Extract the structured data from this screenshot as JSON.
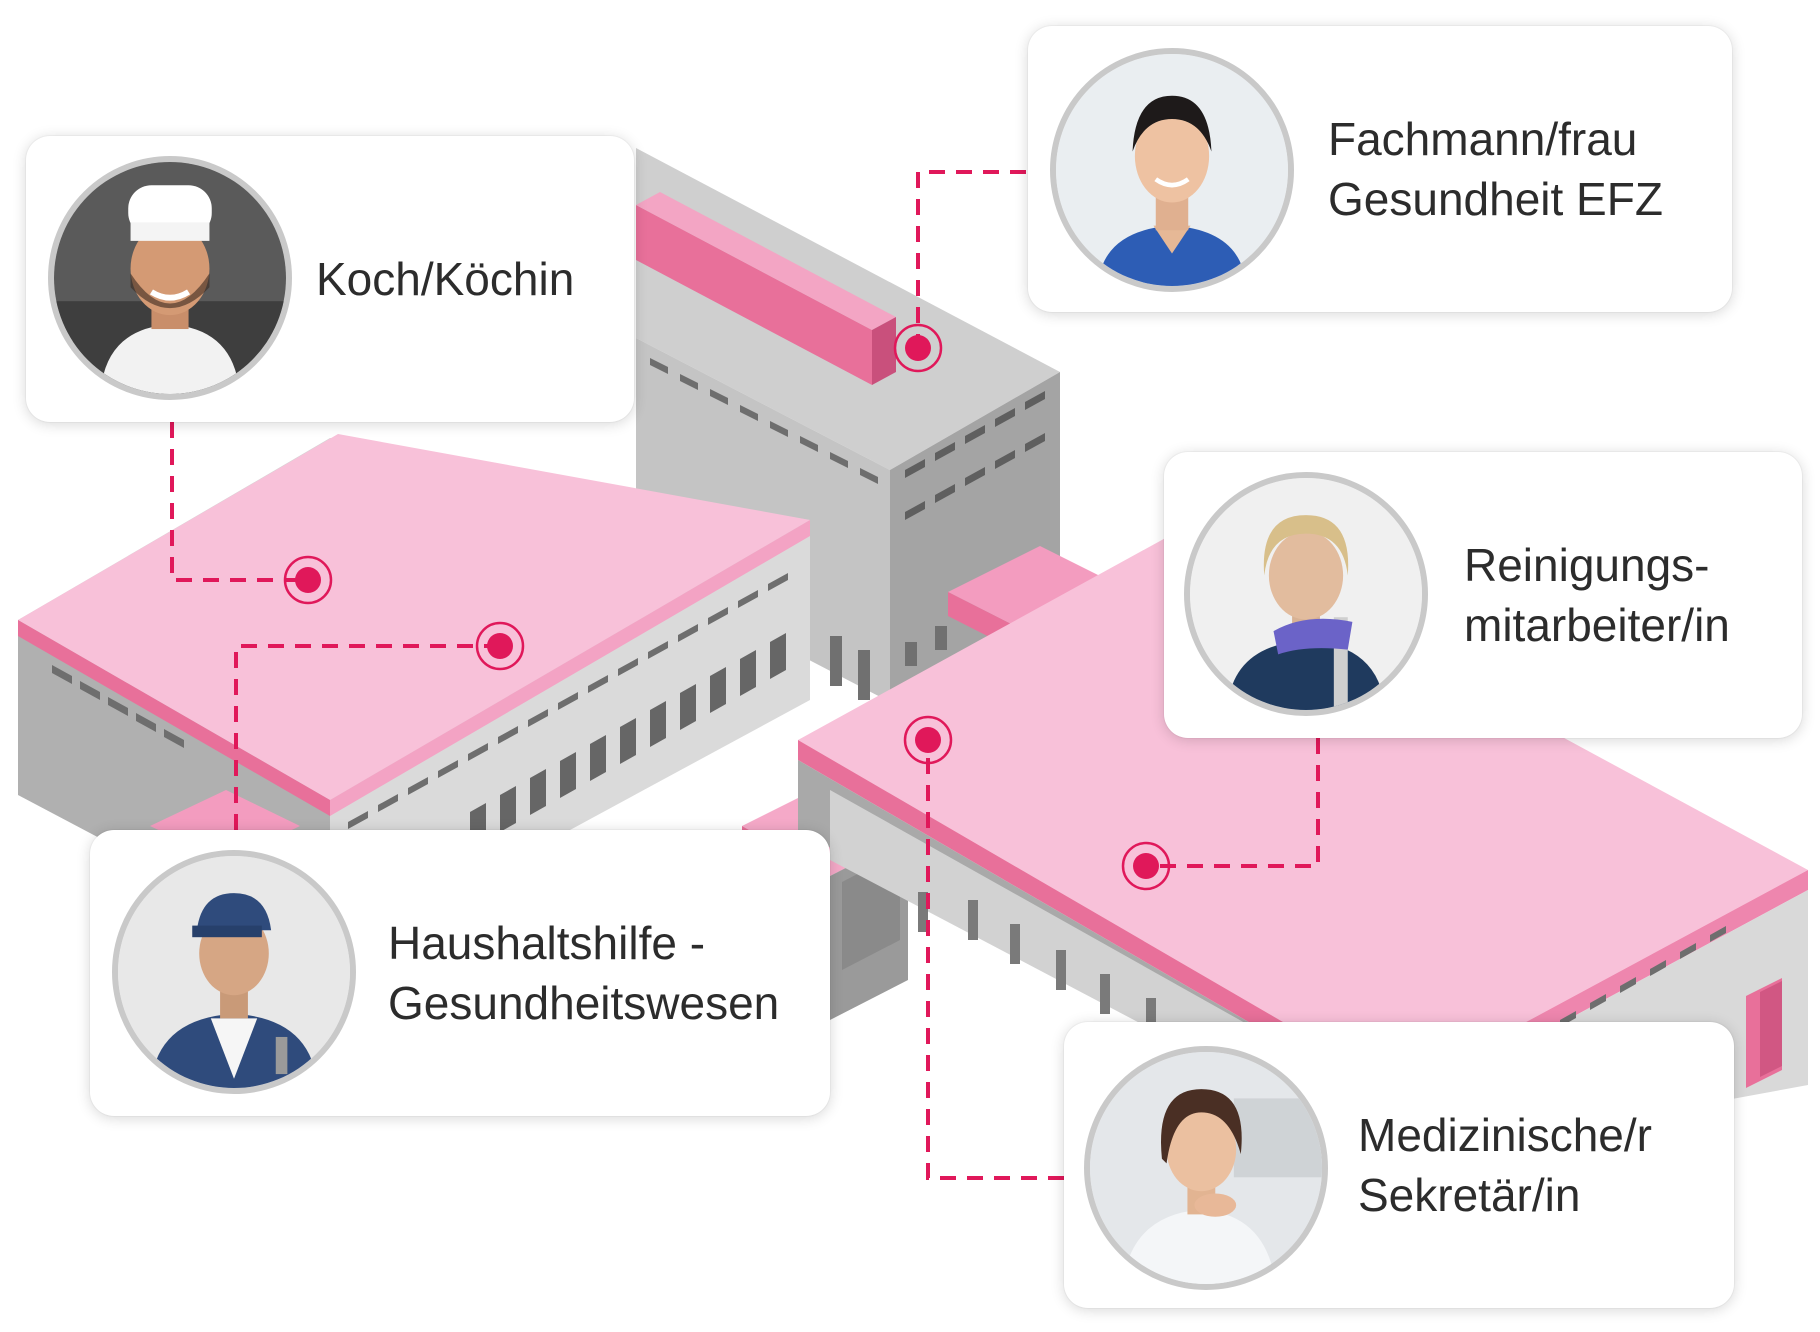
{
  "colors": {
    "accent": "#e0185a",
    "roof_pink": "#f8c1d9",
    "edge_pink": "#e8709a",
    "wall_light": "#d7d7d7",
    "wall_dark": "#a9a9a9",
    "window": "#6e6e6e"
  },
  "cards": {
    "koch": {
      "lines": [
        "Koch/Köchin"
      ],
      "avatar_icon": "chef-portrait"
    },
    "fachmann": {
      "lines": [
        "Fachmann/frau",
        "Gesundheit EFZ"
      ],
      "avatar_icon": "nurse-portrait"
    },
    "reinigung": {
      "lines": [
        "Reinigungs-",
        "mitarbeiter/in"
      ],
      "avatar_icon": "cleaner-portrait"
    },
    "haushalt": {
      "lines": [
        "Haushaltshilfe -",
        "Gesundheitswesen"
      ],
      "avatar_icon": "handyman-portrait"
    },
    "sekretaer": {
      "lines": [
        "Medizinische/r",
        "Sekretär/in"
      ],
      "avatar_icon": "secretary-portrait"
    }
  }
}
